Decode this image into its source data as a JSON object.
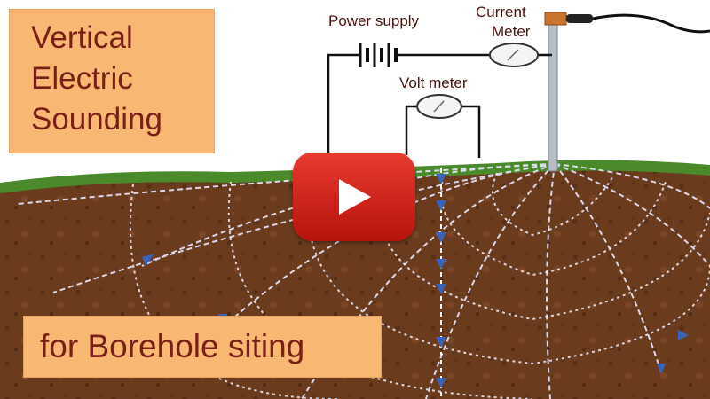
{
  "title": {
    "lines": [
      "Vertical",
      "Electric",
      "Sounding"
    ]
  },
  "subtitle": "for Borehole siting",
  "labels": {
    "power_supply": "Power supply",
    "current_meter": [
      "Current",
      "Meter"
    ],
    "volt_meter": "Volt meter"
  },
  "colors": {
    "sky": "#ffffff",
    "soil": "#6b3b1e",
    "grass": "#4b8a2a",
    "title_box": "#f8b874",
    "title_text": "#7a1f16",
    "field_lines": "#e8e8ff",
    "arrows": "#3a63b8",
    "play_button": "#d9251d"
  },
  "icons": {
    "play": "play-icon",
    "battery": "battery-icon",
    "ammeter": "ammeter-icon",
    "voltmeter": "voltmeter-icon",
    "clip": "alligator-clip-icon"
  }
}
